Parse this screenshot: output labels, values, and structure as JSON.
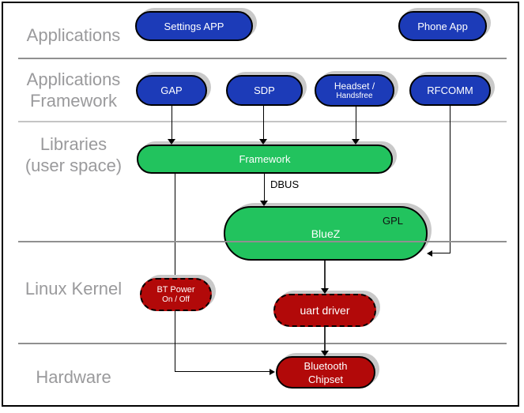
{
  "colors": {
    "app_blue": "#1c3bb8",
    "lib_green": "#22c35e",
    "kernel_red": "#b20909",
    "shadow": "#c9c9c9",
    "divider_dark": "#909090",
    "divider_light": "#c4c4c4",
    "label_gray": "#9a9a9c",
    "bg": "#ffffff"
  },
  "layers": {
    "applications": {
      "label": "Applications"
    },
    "applications_framework": {
      "line1": "Applications",
      "line2": "Framework"
    },
    "libraries": {
      "line1": "Libraries",
      "line2": "(user space)"
    },
    "linux_kernel": {
      "label": "Linux Kernel"
    },
    "hardware": {
      "label": "Hardware"
    }
  },
  "nodes": {
    "settings_app": {
      "label": "Settings APP"
    },
    "phone_app": {
      "label": "Phone App"
    },
    "gap": {
      "label": "GAP"
    },
    "sdp": {
      "label": "SDP"
    },
    "headset": {
      "line1": "Headset /",
      "line2": "Handsfree"
    },
    "rfcomm": {
      "label": "RFCOMM"
    },
    "framework": {
      "label": "Framework"
    },
    "bluez": {
      "label": "BlueZ",
      "license_tag": "GPL"
    },
    "bt_power": {
      "line1": "BT Power",
      "line2": "On / Off"
    },
    "uart_driver": {
      "label": "uart driver"
    },
    "bluetooth_chipset": {
      "line1": "Bluetooth",
      "line2": "Chipset"
    }
  },
  "edges": {
    "dbus_label": "DBUS"
  }
}
